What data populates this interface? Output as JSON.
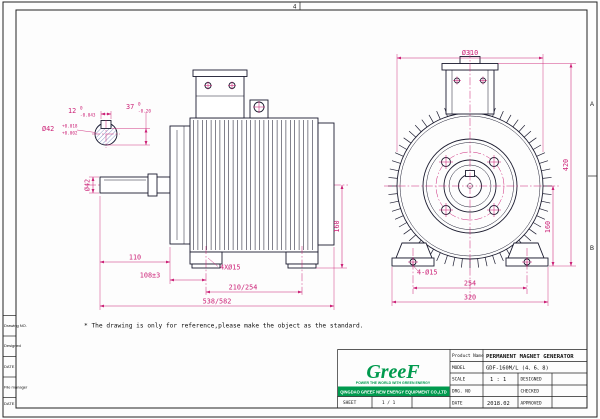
{
  "colors": {
    "dimension": "#cc2277",
    "drawing_line": "#1b1b2f",
    "logo_green": "#009a4e",
    "hatch_blue": "#7080b8"
  },
  "frame": {
    "zone_top": "4",
    "zone_a": "A",
    "zone_b": "B",
    "left_labels": [
      "Drawing NO.",
      "Designed",
      "DATE",
      "File manager",
      "DATE"
    ]
  },
  "note": "* The drawing is only for reference,please make the object as the standard.",
  "detail": {
    "key_width": "12",
    "key_width_tol_up": "0",
    "key_width_tol_low": "-0.043",
    "key_depth": "37",
    "key_depth_tol_up": "0",
    "key_depth_tol_low": "-0.20",
    "shaft_dia": "Ø42",
    "shaft_dia_tol_up": "+0.018",
    "shaft_dia_tol_low": "+0.002"
  },
  "side_view": {
    "shaft_dia": "Ø42",
    "shaft_len": "110",
    "foot_front": "108±3",
    "foot_span": "210/254",
    "holes": "4XØ15",
    "overall": "538/582",
    "center_height": "160"
  },
  "front_view": {
    "body_dia": "Ø310",
    "overall_height": "420",
    "center_height": "160",
    "hole_span": "254",
    "base_width": "320",
    "holes": "4-Ø15"
  },
  "title_block": {
    "logo": "GreeF",
    "tagline": "POWER THE WORLD WITH GREEN ENERGY",
    "company": "QINGDAO GREEF NEW ENERGY EQUIPMENT CO.,LTD",
    "sheet_label": "SHEET",
    "sheet_value": "1 / 1",
    "product_name_label": "Product Name",
    "product_name": "PERMANENT MAGNET GENERATOR",
    "model_label": "MODEL",
    "model": "GDF-160M/L (4、6、8)",
    "scale_label": "SCALE",
    "scale": "1 : 1",
    "designed_label": "DESIGNED",
    "drg_no_label": "DRG. NO",
    "checked_label": "CHECKED",
    "date_label": "DATE",
    "date": "2018.02",
    "approved_label": "APPROVED"
  }
}
